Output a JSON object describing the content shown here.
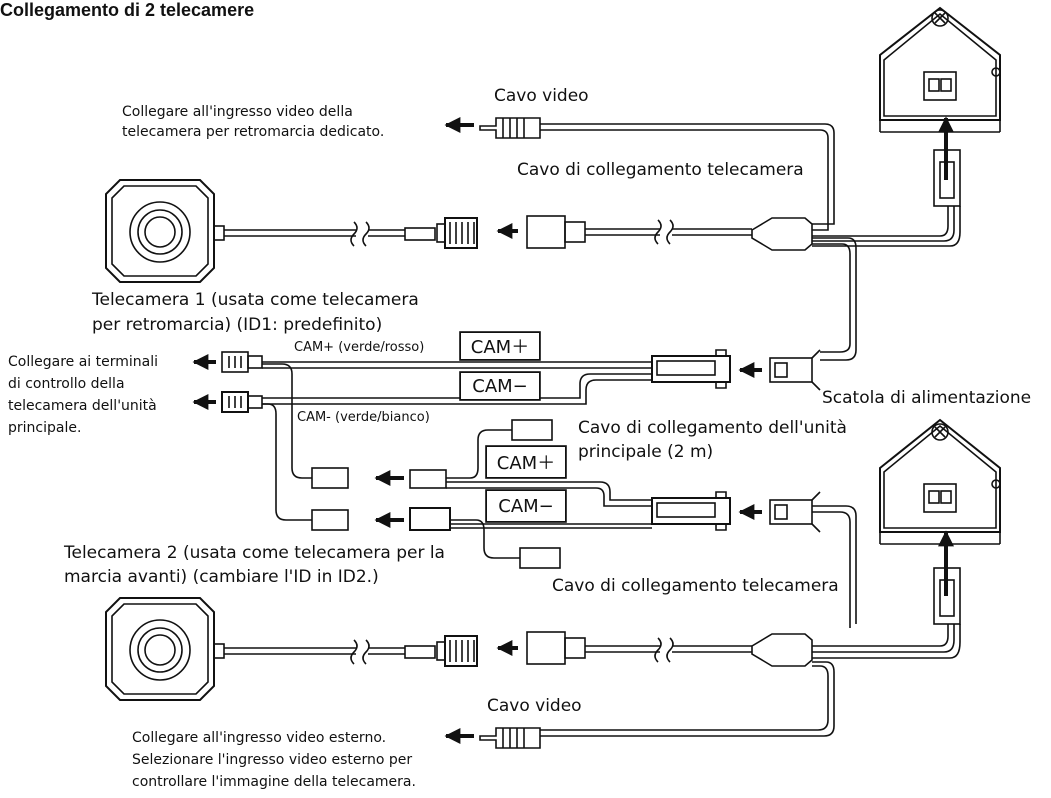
{
  "title": "Collegamento di 2 telecamere",
  "labels": {
    "video_cable_top": "Cavo video",
    "video_cable_bottom": "Cavo video",
    "camera_cable_top": "Cavo di collegamento telecamera",
    "camera_cable_bottom": "Cavo di collegamento telecamera",
    "power_box": "Scatola di alimentazione",
    "main_unit_cable_line1": "Cavo di collegamento dell'unità",
    "main_unit_cable_line2": "principale (2 m)",
    "cam_plus_wire": "CAM+ (verde/rosso)",
    "cam_minus_wire": "CAM- (verde/bianco)",
    "cam_plus_box": "CAM＋",
    "cam_minus_box": "CAM−",
    "cam_plus_box_2": "CAM＋",
    "cam_minus_box_2": "CAM−"
  },
  "camera1": {
    "line1": "Telecamera 1 (usata come telecamera",
    "line2": "per retromarcia) (ID1: predefinito)"
  },
  "camera2": {
    "line1": "Telecamera 2 (usata come telecamera per la",
    "line2": "marcia avanti) (cambiare l'ID in ID2.)"
  },
  "notes": {
    "top_video": [
      "Collegare all'ingresso video della",
      "telecamera per retromarcia dedicato."
    ],
    "control_terminals": [
      "Collegare ai terminali",
      "di controllo della",
      "telecamera dell'unità",
      "principale."
    ],
    "bottom_video": [
      "Collegare all'ingresso video esterno.",
      "Selezionare l'ingresso video esterno per",
      "controllare l'immagine della telecamera."
    ]
  },
  "colors": {
    "line": "#111111",
    "background": "#ffffff"
  }
}
